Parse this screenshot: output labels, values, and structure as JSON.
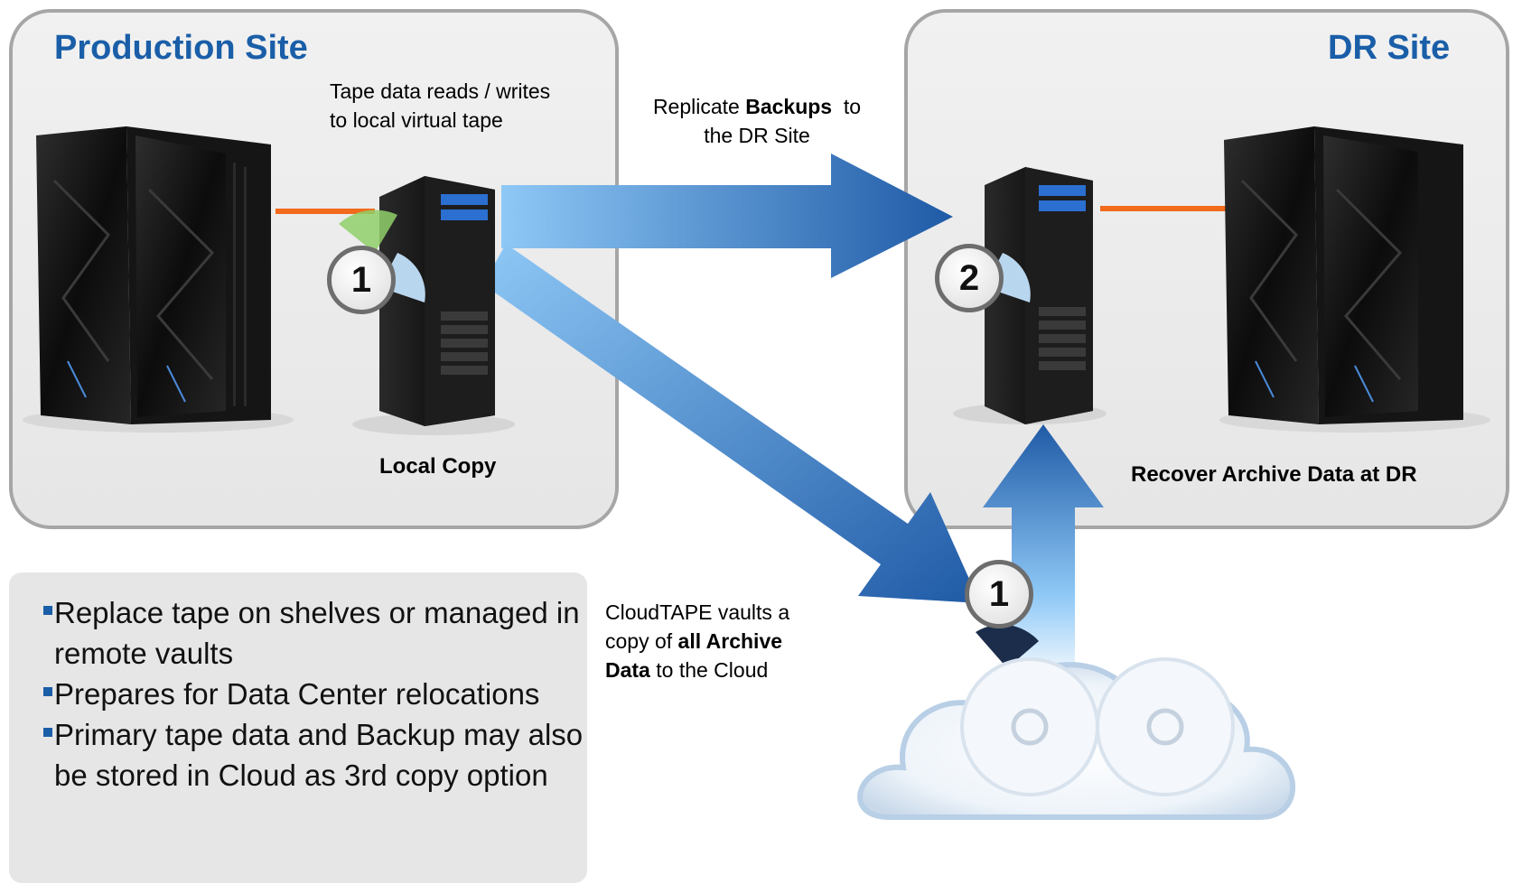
{
  "production": {
    "title": "Production Site",
    "tape_note_line1": "Tape data reads / writes",
    "tape_note_line2": "to local virtual tape",
    "local_copy": "Local Copy",
    "badge": "1"
  },
  "dr": {
    "title": "DR Site",
    "recover": "Recover Archive Data at DR",
    "badge": "2"
  },
  "replicate": {
    "pre": "Replicate ",
    "bold": "Backups",
    "post": "  to",
    "line2": "the DR Site"
  },
  "cloud": {
    "line1": "CloudTAPE vaults a",
    "line2_pre": "copy of ",
    "line2_bold": "all Archive",
    "line3_bold": "Data",
    "line3_post": " to the Cloud",
    "badge": "1"
  },
  "bullets": [
    "Replace tape on shelves or managed in remote vaults",
    "Prepares for Data Center relocations",
    "Primary tape data and Backup may also be stored in Cloud as 3rd copy option"
  ],
  "colors": {
    "title_blue": "#1a5ea8",
    "link_orange": "#f26a1b",
    "arrow_light": "#8ec8f6",
    "arrow_dark": "#1f5aa6"
  }
}
